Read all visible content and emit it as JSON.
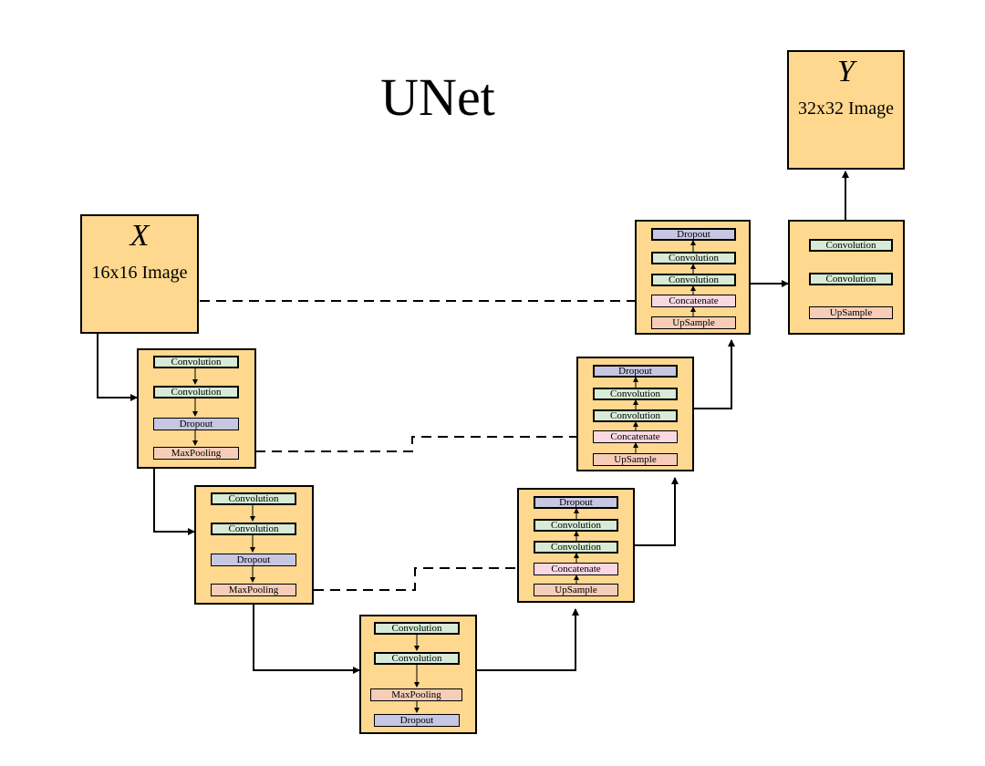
{
  "title": "UNet",
  "input": {
    "symbol": "X",
    "label": "16x16 Image"
  },
  "output": {
    "symbol": "Y",
    "label": "32x32 Image"
  },
  "layer_names": {
    "conv": "Convolution",
    "drop": "Dropout",
    "pool": "MaxPooling",
    "cat": "Concatenate",
    "up": "UpSample"
  },
  "blocks": {
    "enc1": [
      "Convolution",
      "Convolution",
      "Dropout",
      "MaxPooling"
    ],
    "enc2": [
      "Convolution",
      "Convolution",
      "Dropout",
      "MaxPooling"
    ],
    "bottleneck": [
      "Convolution",
      "Convolution",
      "MaxPooling",
      "Dropout"
    ],
    "dec1": [
      "UpSample",
      "Concatenate",
      "Convolution",
      "Convolution",
      "Dropout"
    ],
    "dec2": [
      "UpSample",
      "Concatenate",
      "Convolution",
      "Convolution",
      "Dropout"
    ],
    "dec3": [
      "UpSample",
      "Concatenate",
      "Convolution",
      "Convolution",
      "Dropout"
    ],
    "final": [
      "Convolution",
      "Convolution",
      "UpSample"
    ]
  },
  "colors": {
    "block_fill": "#fdd88e",
    "convolution": "#d7ebd7",
    "dropout": "#c7c6e3",
    "maxpooling": "#f6cdb8",
    "concatenate": "#f9d8e2",
    "upsample": "#f6cdb8"
  }
}
